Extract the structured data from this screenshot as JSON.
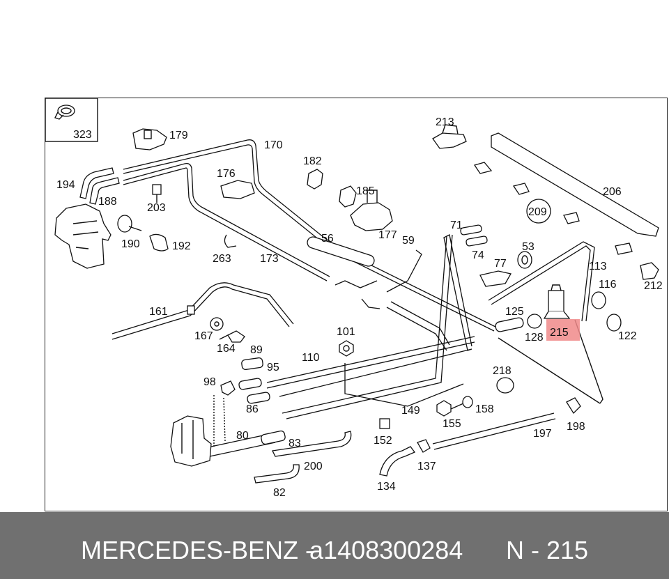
{
  "diagram": {
    "labels": {
      "l323": "323",
      "l179": "179",
      "l170": "170",
      "l213": "213",
      "l182": "182",
      "l176": "176",
      "l185": "185",
      "l206": "206",
      "l194": "194",
      "l188": "188",
      "l203": "203",
      "l209": "209",
      "l190": "190",
      "l192": "192",
      "l177": "177",
      "l71": "71",
      "l59": "59",
      "l56": "56",
      "l74": "74",
      "l53": "53",
      "l263": "263",
      "l173": "173",
      "l77": "77",
      "l113": "113",
      "l116": "116",
      "l212": "212",
      "l161": "161",
      "l125": "125",
      "l167": "167",
      "l215": "215",
      "l128": "128",
      "l122": "122",
      "l101": "101",
      "l164": "164",
      "l89": "89",
      "l110": "110",
      "l95": "95",
      "l218": "218",
      "l98": "98",
      "l86": "86",
      "l149": "149",
      "l158": "158",
      "l155": "155",
      "l198": "198",
      "l80": "80",
      "l83": "83",
      "l197": "197",
      "l152": "152",
      "l137": "137",
      "l200": "200",
      "l134": "134",
      "l82": "82"
    },
    "highlight_label": "215",
    "highlight_color": "#f08a8a"
  },
  "footer": {
    "brand": "MERCEDES-BENZ -",
    "part_number": "a1408300284",
    "ref": "N - 215",
    "background": "#707070"
  }
}
